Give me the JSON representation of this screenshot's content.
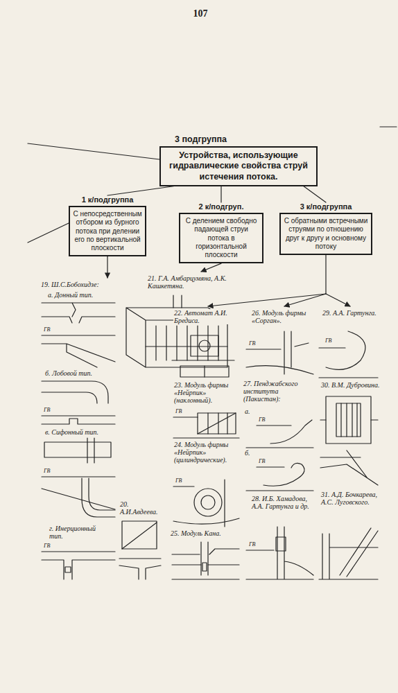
{
  "diagram": {
    "nodes": [
      {
        "text": [
          "3 подгруппа",
          "Устройства, использующие гидравлические свойства струй истечения потока."
        ]
      },
      {
        "text": [
          "1 к/подгруппа",
          "С непосредственным отбором из бурного потока при делении его по вертикальной плоскости"
        ]
      },
      {
        "text": [
          "2 к/подгруп.",
          "С делением свободно падающей струи потока в горизонтальной плоскости"
        ]
      },
      {
        "text": [
          "3 к/подгруппа",
          "С обратными встречными струями по отношению друг к другу и основному потоку"
        ]
      }
    ],
    "edges": [
      {
        "from": 0,
        "to": 1,
        "arrow": "none"
      },
      {
        "from": 0,
        "to": 2,
        "arrow": "none"
      },
      {
        "from": 0,
        "to": 3,
        "arrow": "none"
      }
    ],
    "labels": [
      "107",
      "19. Ш.С.Бобохидзе:",
      "а. Донный тип.",
      "б. Лобовой тип.",
      "в. Сифонный тип.",
      "г. Инерционный тип.",
      "20. А.И.Авдеева.",
      "21. Г.А. Амбарцумяна, А.К. Кашкетяна.",
      "22. Автомат А.И. Бредиса.",
      "23. Модуль фирмы «Нейрпик» (наклонный).",
      "24. Модуль фирмы «Нейрпик» (цилиндрические).",
      "25. Модуль Кана.",
      "26. Модуль фирмы «Сорган».",
      "27. Пенджабского института (Пакистан):",
      "а.",
      "б.",
      "28. И.Б. Хамадова, А.А. Гартунга и др.",
      "29. А.А. Гартунга.",
      "30. В.М. Дубровина.",
      "31. А.Д. Бочкарева, А.С. Луговского.",
      "ГВ",
      "ГВ",
      "ГВ",
      "ГВ",
      "ГВ",
      "ГВ",
      "ГВ",
      "ГВ",
      "ГВ",
      "ГВ",
      "ГВ"
    ]
  }
}
